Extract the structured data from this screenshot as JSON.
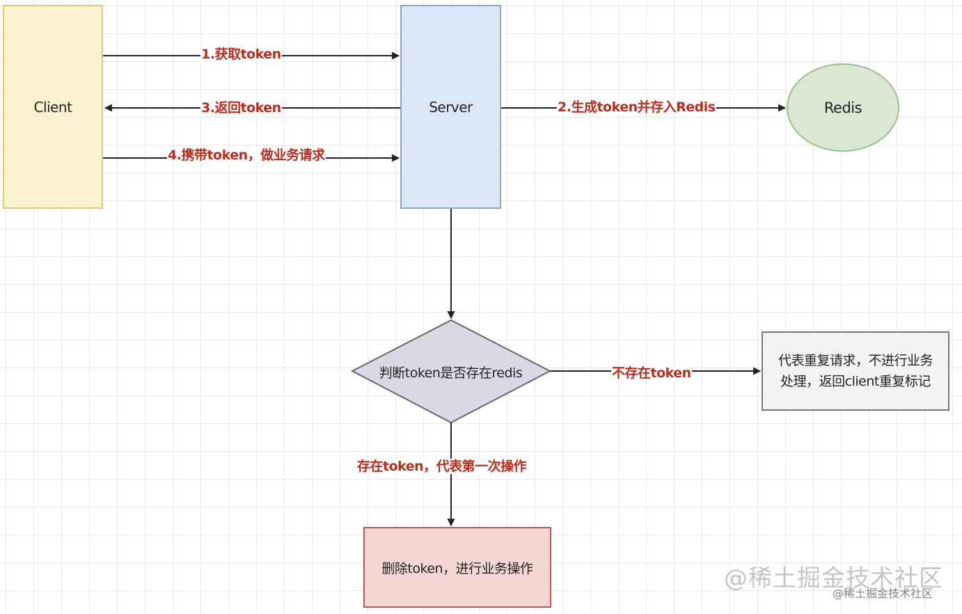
{
  "nodes": {
    "client": "Client",
    "server": "Server",
    "redis": "Redis",
    "decision": "判断token是否存在redis",
    "duplicate_line1": "代表重复请求，不进行业务",
    "duplicate_line2": "处理，返回client重复标记",
    "delete": "删除token，进行业务操作"
  },
  "edges": {
    "get_token": "1.获取token",
    "generate_token": "2.生成token并存入Redis",
    "return_token": "3.返回token",
    "carry_token": "4.携带token，做业务请求",
    "not_exist": "不存在token",
    "exists": "存在token，代表第一次操作"
  },
  "watermark": {
    "large": "@稀土掘金技术社区",
    "small": "@稀土掘金技术社区"
  },
  "colors": {
    "edge_label": "#b52d1d",
    "client_fill": "#fbf2cf",
    "server_fill": "#dce8f8",
    "redis_fill": "#d8e8d2",
    "decision_fill": "#ddd8e6",
    "duplicate_fill": "#f4f4f4",
    "delete_fill": "#f6d6d2"
  }
}
